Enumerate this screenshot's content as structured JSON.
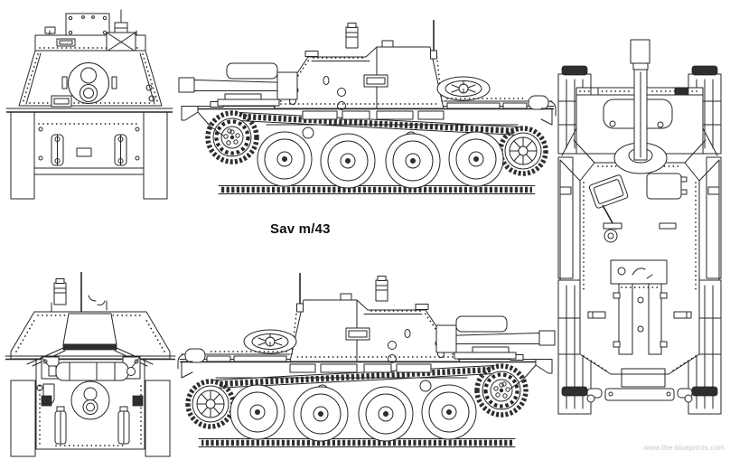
{
  "page": {
    "background_color": "#ffffff",
    "line_color": "#262626"
  },
  "title": {
    "text": "Sav m/43"
  },
  "watermark": {
    "text": "www.the-blueprints.com",
    "color": "#d6c0c0"
  },
  "views": [
    {
      "id": "front-view",
      "label": "front elevation"
    },
    {
      "id": "side-view-gun-left",
      "label": "side elevation, gun left"
    },
    {
      "id": "top-view",
      "label": "plan view, gun up"
    },
    {
      "id": "rear-view",
      "label": "rear elevation"
    },
    {
      "id": "side-view-gun-right",
      "label": "side elevation, gun right"
    }
  ]
}
